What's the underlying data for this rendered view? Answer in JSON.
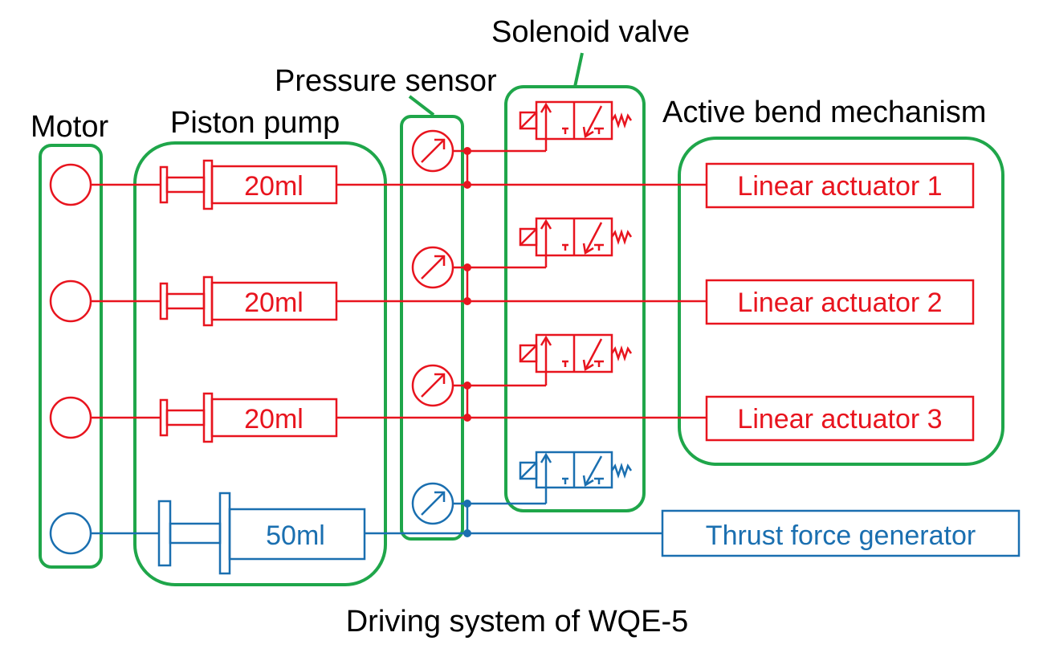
{
  "caption": "Driving system of WQE-5",
  "colors": {
    "group": "#1fa64a",
    "channel": "#e8141e",
    "thrust": "#1a6fb0",
    "text": "#000000",
    "background": "#ffffff"
  },
  "groups": {
    "motor": "Motor",
    "piston_pump": "Piston pump",
    "pressure_sensor": "Pressure sensor",
    "solenoid_valve": "Solenoid valve",
    "active_bend": "Active bend mechanism"
  },
  "channels": [
    {
      "pump_volume": "20ml",
      "actuator": "Linear actuator 1",
      "color": "red"
    },
    {
      "pump_volume": "20ml",
      "actuator": "Linear actuator 2",
      "color": "red"
    },
    {
      "pump_volume": "20ml",
      "actuator": "Linear actuator 3",
      "color": "red"
    },
    {
      "pump_volume": "50ml",
      "actuator": "Thrust force generator",
      "color": "blue"
    }
  ],
  "icons": [
    "motor-icon",
    "syringe-pump-icon",
    "pressure-gauge-icon",
    "solenoid-valve-icon"
  ]
}
